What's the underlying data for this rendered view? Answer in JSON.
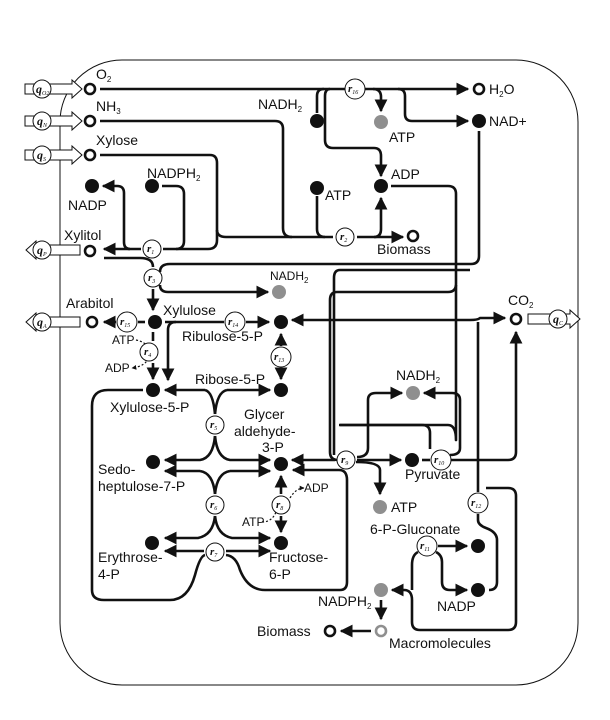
{
  "metabolites": {
    "o2": {
      "text": "O",
      "sub": "2"
    },
    "nh3": {
      "text": "NH",
      "sub": "3"
    },
    "xylose": {
      "text": "Xylose"
    },
    "nadph2_top": {
      "text": "NADPH",
      "sub": "2"
    },
    "nadp_top": {
      "text": "NADP"
    },
    "xylitol": {
      "text": "Xylitol"
    },
    "nadh2_mid": {
      "text": "NADH",
      "sub": "2"
    },
    "arabitol": {
      "text": "Arabitol"
    },
    "xylulose": {
      "text": "Xylulose"
    },
    "ribulose5p": {
      "text": "Ribulose-5-P"
    },
    "atp_r4": {
      "text": "ATP"
    },
    "adp_r4": {
      "text": "ADP"
    },
    "xylulose5p": {
      "text": "Xylulose-5-P"
    },
    "ribose5p": {
      "text": "Ribose-5-P"
    },
    "g3p": {
      "lines": [
        "Glycer",
        "aldehyde-",
        "3-P"
      ]
    },
    "sedoheptulose7p": {
      "lines": [
        "Sedo-",
        "heptulose-7-P"
      ]
    },
    "adp_r8": {
      "text": "ADP"
    },
    "atp_r8": {
      "text": "ATP"
    },
    "erythrose4p": {
      "lines": [
        "Erythrose-",
        "4-P"
      ]
    },
    "fructose6p": {
      "lines": [
        "Fructose-",
        "6-P"
      ]
    },
    "nadh2_top": {
      "text": "NADH",
      "sub": "2"
    },
    "atp_r16": {
      "text": "ATP"
    },
    "h2o": {
      "text": "H",
      "sub": "2",
      "text2": "O"
    },
    "nad_plus": {
      "text": "NAD+"
    },
    "atp_r2": {
      "text": "ATP"
    },
    "adp_r2": {
      "text": "ADP"
    },
    "biomass_r2": {
      "text": "Biomass"
    },
    "co2": {
      "text": "CO",
      "sub": "2"
    },
    "nadh2_r10": {
      "text": "NADH",
      "sub": "2"
    },
    "pyruvate": {
      "text": "Pyruvate"
    },
    "atp_r9": {
      "text": "ATP"
    },
    "gluconate6p": {
      "text": "6-P-Gluconate"
    },
    "nadp_r11": {
      "text": "NADP"
    },
    "nadph2_r11": {
      "text": "NADPH",
      "sub": "2"
    },
    "macromolecules": {
      "text": "Macromolecules"
    },
    "biomass_bottom": {
      "text": "Biomass"
    }
  },
  "reactions": [
    "1",
    "2",
    "3",
    "4",
    "5",
    "6",
    "7",
    "8",
    "9",
    "10",
    "11",
    "12",
    "13",
    "14",
    "15",
    "16"
  ],
  "reaction_symbol": "r",
  "fluxes": {
    "symbol": "q",
    "o2": "O2",
    "nitrogen": "N",
    "substrate": "S",
    "product": "P",
    "arabitol": "A",
    "co2": "C"
  },
  "colors": {
    "intracellular_metabolite": "#111111",
    "cofactor_balance": "#8f8f8f",
    "extracellular_metabolite": "#ffffff"
  }
}
